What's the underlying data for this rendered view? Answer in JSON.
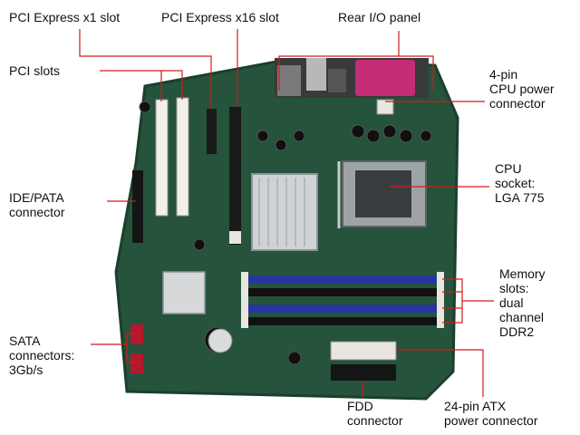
{
  "colors": {
    "board": "#25533c",
    "board_dark": "#1b3f2d",
    "leader": "#d21a1a",
    "memory_slot": "#2636a0",
    "pci_slot": "#f2efe6",
    "pcie_slot": "#1a1a1a",
    "connector_white": "#e8e6df",
    "parallel_port": "#c22d75",
    "ide_connector": "#151515"
  },
  "labels": {
    "pcie_x1": "PCI Express x1 slot",
    "pcie_x16": "PCI Express x16 slot",
    "rear_io": "Rear I/O panel",
    "pci_slots": "PCI slots",
    "cpu_power": [
      "4-pin",
      "CPU power",
      "connector"
    ],
    "ide": [
      "IDE/PATA",
      "connector"
    ],
    "cpu_socket": [
      "CPU",
      "socket:",
      "LGA 775"
    ],
    "memory": [
      "Memory",
      "slots:",
      "dual",
      "channel",
      "DDR2"
    ],
    "sata": [
      "SATA",
      "connectors:",
      "3Gb/s"
    ],
    "fdd": [
      "FDD",
      "connector"
    ],
    "atx24": [
      "24-pin ATX",
      "power connector"
    ]
  },
  "board_icons": [
    "motherboard-photo"
  ]
}
